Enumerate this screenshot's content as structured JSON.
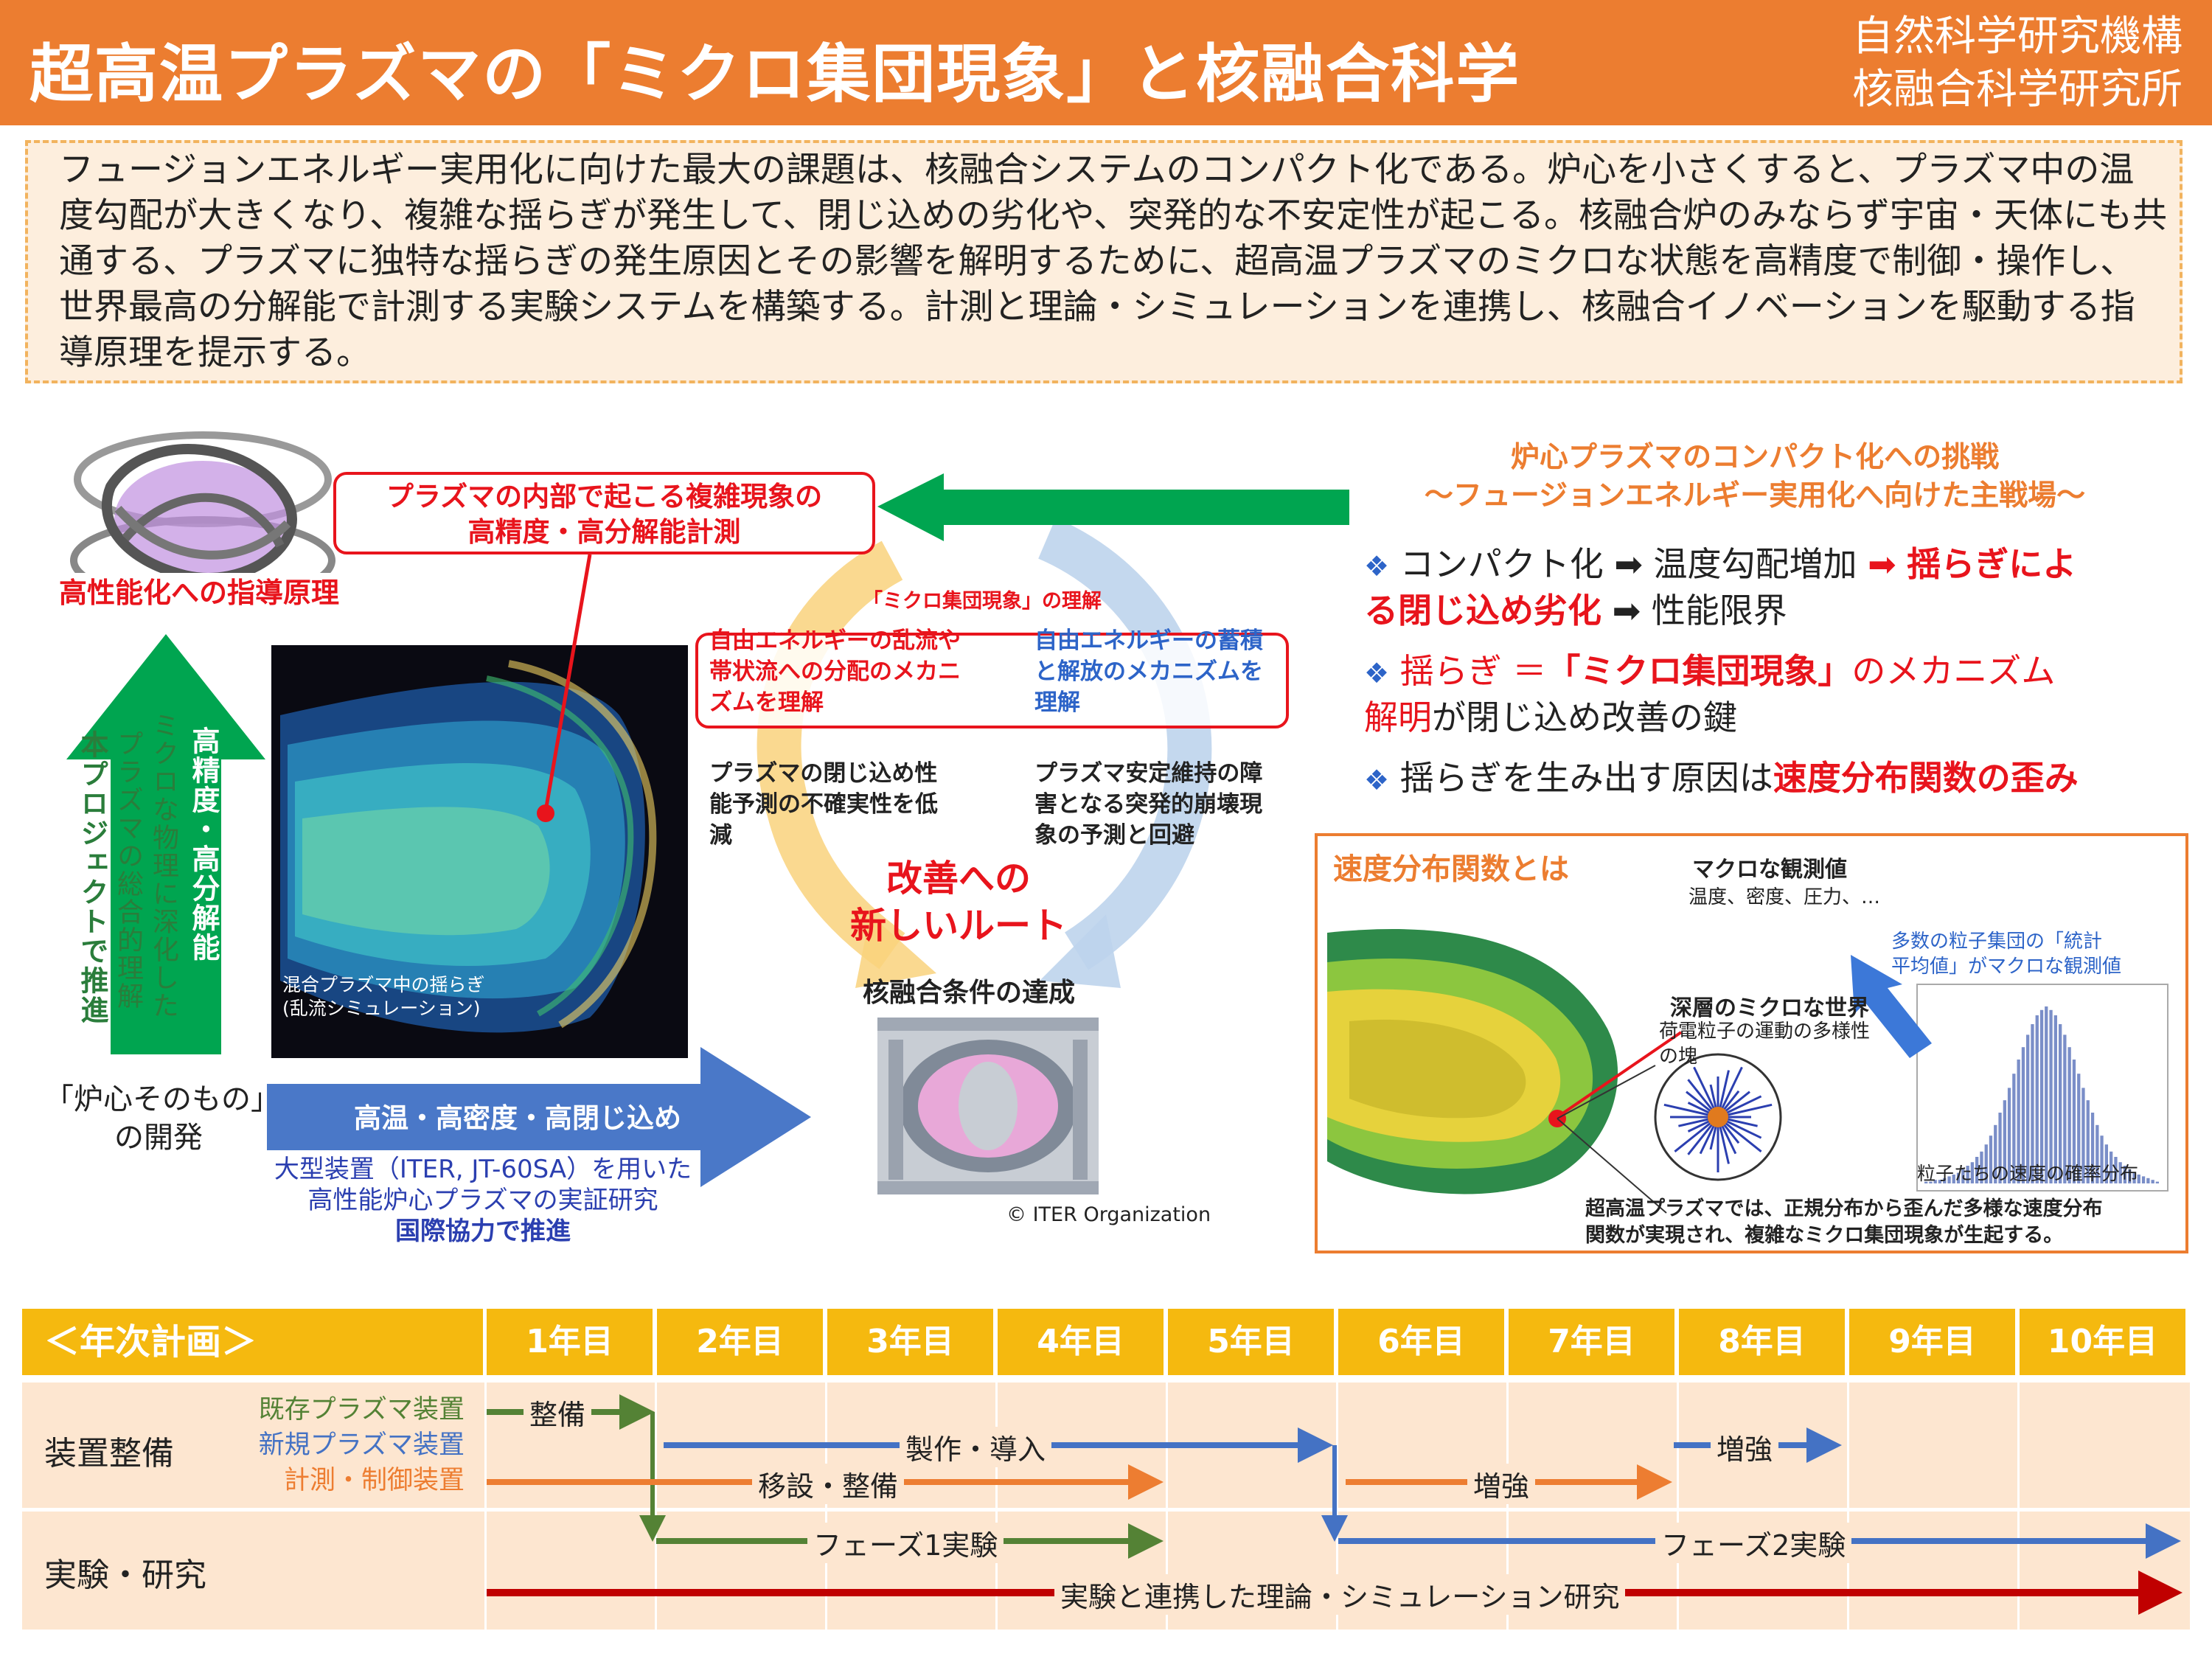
{
  "header": {
    "title": "超高温プラズマの「ミクロ集団現象」と核融合科学",
    "org_line1": "自然科学研究機構",
    "org_line2": "核融合科学研究所"
  },
  "intro": {
    "text": "フュージョンエネルギー実用化に向けた最大の課題は、核融合システムのコンパクト化である。炉心を小さくすると、プラズマ中の温度勾配が大きくなり、複雑な揺らぎが発生して、閉じ込めの劣化や、突発的な不安定性が起こる。核融合炉のみならず宇宙・天体にも共通する、プラズマに独特な揺らぎの発生原因とその影響を解明するために、超高温プラズマのミクロな状態を高精度で制御・操作し、世界最高の分解能で計測する実験システムを構築する。計測と理論・シミュレーションを連携し、核融合イノベーションを駆動する指導原理を提示する。"
  },
  "left": {
    "guiding_label": "高性能化への指導原理",
    "vertical_arrow_label": "高精度・高分解能",
    "vertical_text_1": "ミクロな物理に深化した",
    "vertical_text_2": "プラズマの総合的理解",
    "vertical_text_3": "本プロジェクトで推進",
    "sim_caption_1": "混合プラズマ中の揺らぎ",
    "sim_caption_2": "(乱流シミュレーション)",
    "core_dev_1": "「炉心そのもの」",
    "core_dev_2": "の開発",
    "horizontal_arrow_label": "高温・高密度・高閉じ込め",
    "large_device_1": "大型装置（ITER, JT-60SA）を用いた",
    "large_device_2": "高性能炉心プラズマの実証研究",
    "intl": "国際協力で推進"
  },
  "center": {
    "callout_1": "プラズマの内部で起こる複雑現象の",
    "callout_2": "高精度・高分解能計測",
    "understand_title": "「ミクロ集団現象」の理解",
    "understand_left": "自由エネルギーの乱流や帯状流への分配のメカニズムを理解",
    "understand_right": "自由エネルギーの蓄積と解放のメカニズムを理解",
    "outcome_left": "プラズマの閉じ込め性能予測の不確実性を低減",
    "outcome_right": "プラズマ安定維持の障害となる突発的崩壊現象の予測と回避",
    "new_route_1": "改善への",
    "new_route_2": "新しいルート",
    "fusion_condition": "核融合条件の達成",
    "copyright": "© ITER Organization"
  },
  "right": {
    "challenge_1": "炉心プラズマのコンパクト化への挑戦",
    "challenge_2": "～フュージョンエネルギー実用化へ向けた主戦場～",
    "b1_a": "コンパクト化",
    "b1_b": "温度勾配増加",
    "b1_c": "揺らぎによ",
    "b1_d": "る閉じ込め劣化",
    "b1_e": "性能限界",
    "b2_a": "揺らぎ",
    "b2_b": "＝",
    "b2_c": "「ミクロ集団現象」",
    "b2_d": "のメカニズム",
    "b2_e": "解明",
    "b2_f": "が閉じ込め改善の鍵",
    "b3_a": "揺らぎを生み出す原因は",
    "b3_b": "速度分布関数の歪み"
  },
  "velocity": {
    "title": "速度分布関数とは",
    "macro_title": "マクロな観測値",
    "macro_sub": "温度、密度、圧力、…",
    "stat_1": "多数の粒子集団の「統計",
    "stat_2": "平均値」がマクロな観測値",
    "micro_title": "深層のミクロな世界",
    "micro_sub_1": "荷電粒子の運動の多様性",
    "micro_sub_2": "の塊",
    "hist_caption": "粒子たちの速度の確率分布",
    "footer_1": "超高温プラズマでは、正規分布から歪んだ多様な速度分布",
    "footer_2": "関数が実現され、複雑なミクロ集団現象が生起する。",
    "histogram": [
      1,
      1,
      2,
      2,
      3,
      4,
      5,
      6,
      8,
      10,
      12,
      15,
      18,
      22,
      27,
      33,
      40,
      47,
      54,
      62,
      70,
      77,
      84,
      90,
      95,
      98,
      100,
      98,
      95,
      90,
      84,
      77,
      70,
      62,
      54,
      47,
      40,
      33,
      27,
      22,
      18,
      15,
      12,
      10,
      8,
      6,
      5,
      4,
      3,
      2,
      1
    ]
  },
  "plan": {
    "title": "＜年次計画＞",
    "years": [
      "1年目",
      "2年目",
      "3年目",
      "4年目",
      "5年目",
      "6年目",
      "7年目",
      "8年目",
      "9年目",
      "10年目"
    ],
    "row1_label": "装置整備",
    "row1_sub_1": "既存プラズマ装置",
    "row1_sub_2": "新規プラズマ装置",
    "row1_sub_3": "計測・制御装置",
    "row2_label": "実験・研究",
    "bar_seibi": "整備",
    "bar_seisaku": "製作・導入",
    "bar_zokyo1": "増強",
    "bar_isetsu": "移設・整備",
    "bar_zokyo2": "増強",
    "bar_phase1": "フェーズ1実験",
    "bar_phase2": "フェーズ2実験",
    "bar_theory": "実験と連携した理論・シミュレーション研究",
    "colors": {
      "green": "#548235",
      "blue": "#4472c4",
      "orange": "#ed7d31",
      "red": "#c00000"
    }
  }
}
